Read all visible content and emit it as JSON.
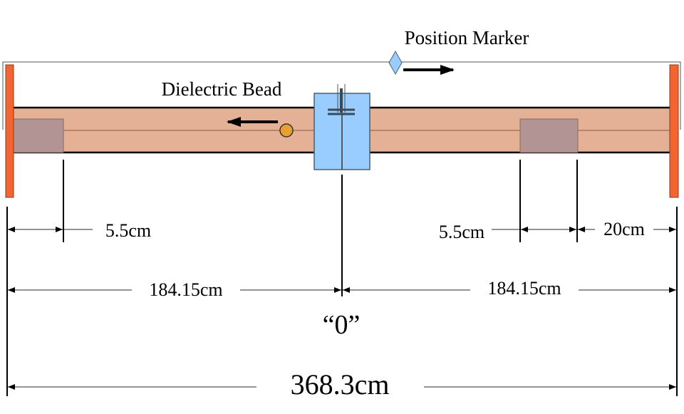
{
  "labels": {
    "position_marker": "Position Marker",
    "dielectric_bead": "Dielectric Bead",
    "zero": "“0”"
  },
  "dimensions": {
    "left_absorber": "5.5cm",
    "right_absorber": "5.5cm",
    "right_gap": "20cm",
    "left_half": "184.15cm",
    "right_half": "184.15cm",
    "total": "368.3cm"
  },
  "colors": {
    "flange": "#f26430",
    "tube": "#e4b196",
    "absorber": "#b29494",
    "probe_block": "#99ccff",
    "bead": "#e8a030",
    "marker": "#99ccff"
  }
}
